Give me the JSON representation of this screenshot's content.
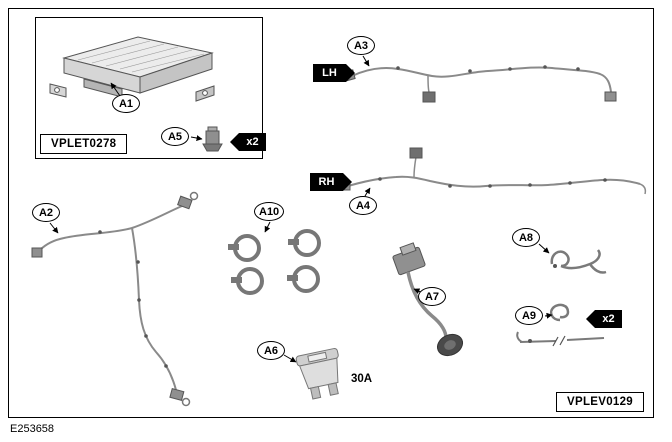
{
  "figure": {
    "id": "E253658",
    "inset_code": "VPLET0278",
    "sheet_code": "VPLEV0129"
  },
  "callouts": {
    "a1": "A1",
    "a2": "A2",
    "a3": "A3",
    "a4": "A4",
    "a5": "A5",
    "a6": "A6",
    "a7": "A7",
    "a8": "A8",
    "a9": "A9",
    "a10": "A10"
  },
  "tags": {
    "lh": "LH",
    "rh": "RH",
    "a5_qty": "x2",
    "a9_qty": "x2"
  },
  "annotations": {
    "fuse_rating": "30A"
  },
  "colors": {
    "outline": "#000000",
    "tag_bg": "#000000",
    "tag_text": "#ffffff",
    "artwork_gray": "#8a8a8a"
  }
}
